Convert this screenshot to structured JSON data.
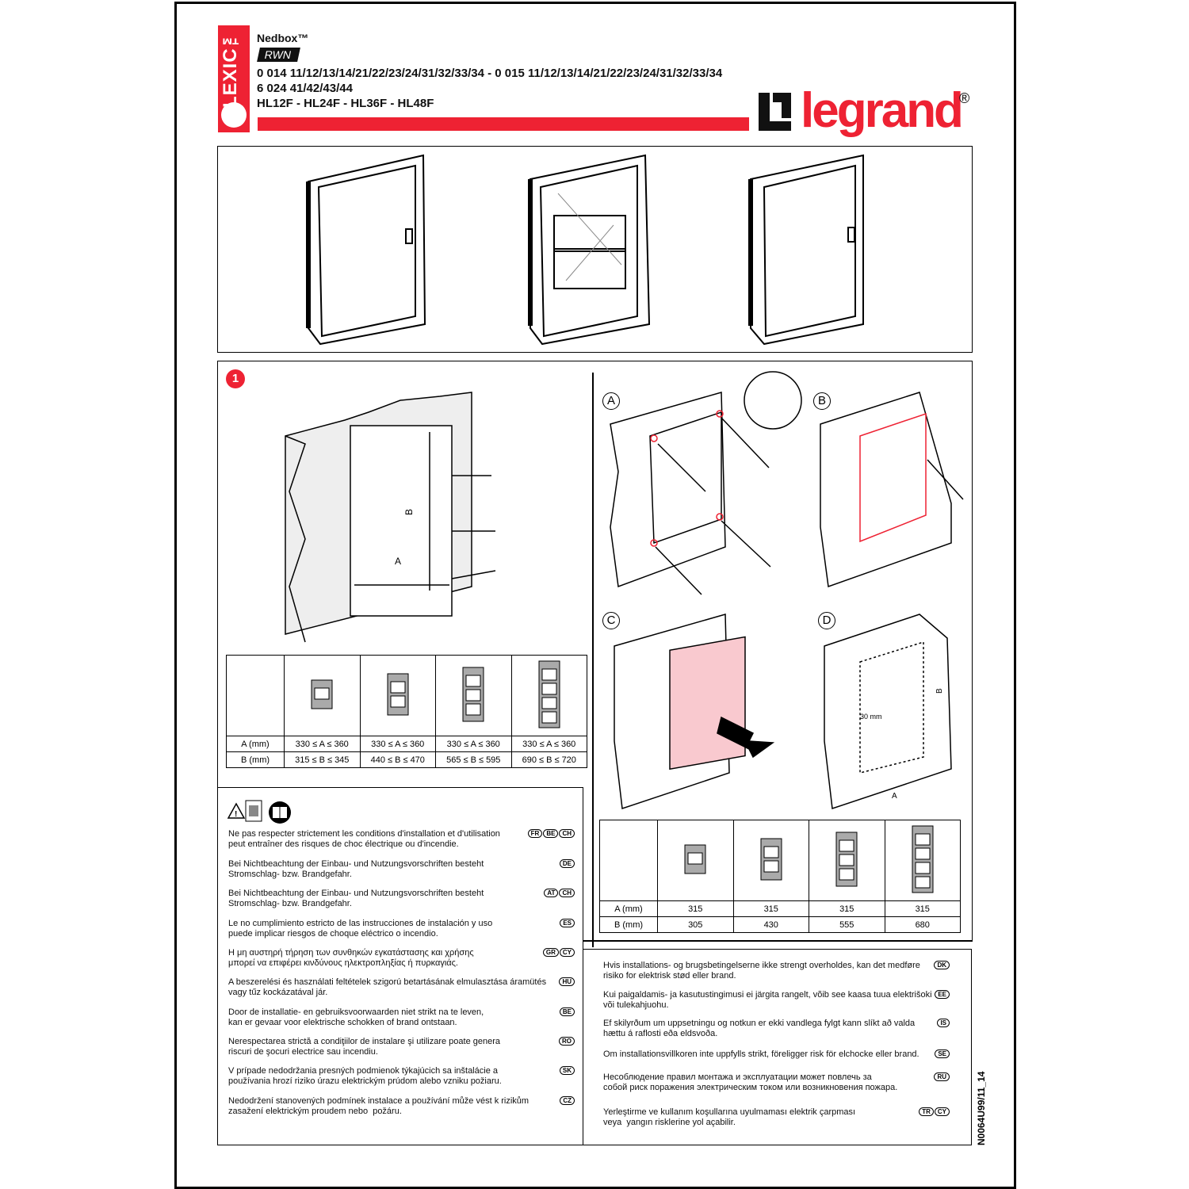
{
  "header": {
    "brand_badge": "LEXIC™",
    "product_name": "Nedbox™",
    "range": "RWN",
    "refs_line1": "0 014 11/12/13/14/21/22/23/24/31/32/33/34 - 0 015 11/12/13/14/21/22/23/24/31/32/33/34",
    "refs_line2": "6 024 41/42/43/44",
    "refs_line3": "HL12F - HL24F - HL36F - HL48F",
    "logo_text": "legrand",
    "logo_reg": "®"
  },
  "step1": {
    "number": "1",
    "dim_a": "A",
    "dim_b": "B"
  },
  "panels": {
    "a": "A",
    "b": "B",
    "c": "C",
    "d": "D",
    "d_measure": "30 mm",
    "d_a": "A",
    "d_b": "B"
  },
  "table_left": {
    "rows": [
      {
        "label": "A (mm)",
        "cells": [
          "330 ≤ A ≤ 360",
          "330 ≤  A ≤ 360",
          "330 ≤ A ≤ 360",
          "330 ≤ A ≤ 360"
        ]
      },
      {
        "label": "B (mm)",
        "cells": [
          "315 ≤ B ≤ 345",
          "440 ≤ B ≤ 470",
          "565 ≤ B ≤ 595",
          "690 ≤ B ≤ 720"
        ]
      }
    ]
  },
  "table_right": {
    "rows": [
      {
        "label": "A (mm)",
        "cells": [
          "315",
          "315",
          "315",
          "315"
        ]
      },
      {
        "label": "B (mm)",
        "cells": [
          "305",
          "430",
          "555",
          "680"
        ]
      }
    ]
  },
  "warnings_left": [
    {
      "text": "Ne pas respecter strictement les conditions d'installation et d'utilisation\npeut entraîner des risques de choc électrique ou d'incendie.",
      "codes": [
        "FR",
        "BE",
        "CH"
      ]
    },
    {
      "text": "Bei Nichtbeachtung der Einbau- und Nutzungsvorschriften besteht\nStromschlag- bzw. Brandgefahr.",
      "codes": [
        "DE"
      ]
    },
    {
      "text": "Bei Nichtbeachtung der Einbau- und Nutzungsvorschriften besteht\nStromschlag- bzw. Brandgefahr.",
      "codes": [
        "AT",
        "CH"
      ]
    },
    {
      "text": "Le no cumplimiento estricto de las instrucciones de instalación y uso\npuede implicar riesgos de choque eléctrico o incendio.",
      "codes": [
        "ES"
      ]
    },
    {
      "text": "Η μη αυστηρή τήρηση των συνθηκών εγκατάστασης και χρήσης\nμπορεί να επιφέρει κινδύνους ηλεκτροπληξίας ή πυρκαγιάς.",
      "codes": [
        "GR",
        "CY"
      ]
    },
    {
      "text": "A beszerelési és használati feltételek szigorú betartásának elmulasztása áramütés\nvagy tűz kockázatával jár.",
      "codes": [
        "HU"
      ]
    },
    {
      "text": "Door de installatie- en gebruiksvoorwaarden niet strikt na te leven,\nkan er gevaar voor elektrische schokken of brand ontstaan.",
      "codes": [
        "BE"
      ]
    },
    {
      "text": "Nerespectarea strictă a condiţiilor de instalare şi utilizare poate genera\nriscuri de şocuri electrice sau incendiu.",
      "codes": [
        "RO"
      ]
    },
    {
      "text": "V prípade nedodržania presných podmienok týkajúcich sa inštalácie a\npoužívania hrozí riziko úrazu elektrickým prúdom alebo vzniku požiaru.",
      "codes": [
        "SK"
      ]
    },
    {
      "text": "Nedodržení stanovených podmínek instalace a používání může vést k rizikům\nzasažení elektrickým proudem nebo  požáru.",
      "codes": [
        "CZ"
      ]
    }
  ],
  "warnings_right": [
    {
      "text": "Hvis installations- og brugsbetingelserne ikke strengt overholdes, kan det medføre\nrisiko for elektrisk stød eller brand.",
      "codes": [
        "DK"
      ]
    },
    {
      "text": "Kui paigaldamis- ja kasutustingimusi ei järgita rangelt, võib see kaasa tuua elektrišoki\nvõi tulekahjuohu.",
      "codes": [
        "EE"
      ]
    },
    {
      "text": "Ef skilyrðum um uppsetningu og notkun er ekki vandlega fylgt kann slíkt að valda\nhættu á raflosti eða eldsvoða.",
      "codes": [
        "IS"
      ]
    },
    {
      "text": "Om installationsvillkoren inte uppfylls strikt, föreligger risk för elchocke eller brand.",
      "codes": [
        "SE"
      ]
    },
    {
      "text": "Несоблюдение правил монтажа и эксплуатации может повлечь за\nсобой риск поражения электрическим током или возникновения пожара.",
      "codes": [
        "RU"
      ]
    },
    {
      "text": "Yerleştirme ve kullanım koşullarına uyulmaması elektrik çarpması\nveya  yangın risklerine yol açabilir.",
      "codes": [
        "TR",
        "CY"
      ]
    }
  ],
  "doc_ref": "N0064U99/11_14",
  "colors": {
    "accent": "#ee2233",
    "pink_box": "#f9c9cf"
  }
}
